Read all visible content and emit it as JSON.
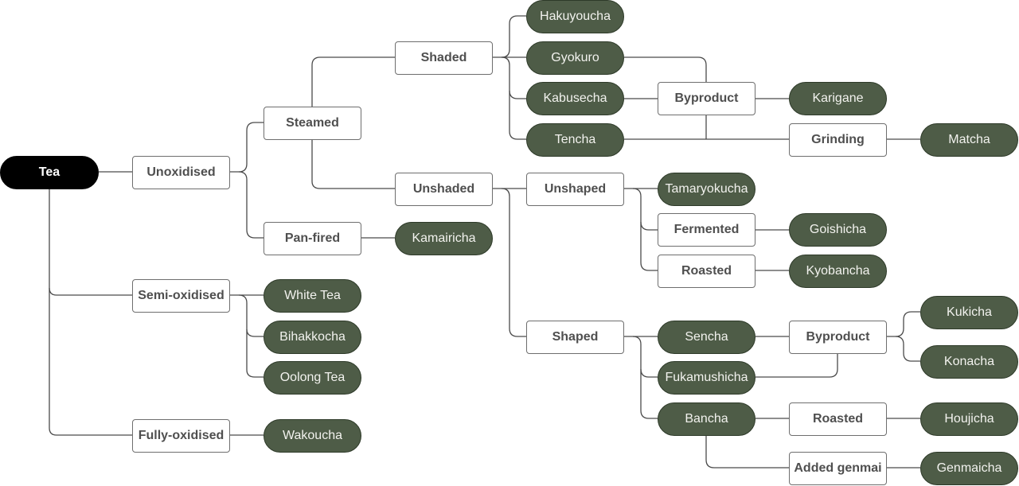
{
  "nodes": {
    "tea": "Tea",
    "unoxidised": "Unoxidised",
    "semi_oxidised": "Semi-oxidised",
    "fully_oxidised": "Fully-oxidised",
    "steamed": "Steamed",
    "pan_fired": "Pan-fired",
    "kamairicha": "Kamairicha",
    "white_tea": "White Tea",
    "bihakkocha": "Bihakkocha",
    "oolong_tea": "Oolong Tea",
    "wakoucha": "Wakoucha",
    "shaded": "Shaded",
    "unshaded": "Unshaded",
    "hakuyoucha": "Hakuyoucha",
    "gyokuro": "Gyokuro",
    "kabusecha": "Kabusecha",
    "tencha": "Tencha",
    "byproduct_shaded": "Byproduct",
    "karigane": "Karigane",
    "grinding": "Grinding",
    "matcha": "Matcha",
    "unshaped": "Unshaped",
    "tamaryokucha": "Tamaryokucha",
    "fermented": "Fermented",
    "goishicha": "Goishicha",
    "roasted_unshaped": "Roasted",
    "kyobancha": "Kyobancha",
    "shaped": "Shaped",
    "sencha": "Sencha",
    "fukamushicha": "Fukamushicha",
    "bancha": "Bancha",
    "byproduct_sencha": "Byproduct",
    "kukicha": "Kukicha",
    "konacha": "Konacha",
    "roasted_bancha": "Roasted",
    "houjicha": "Houjicha",
    "added_genmai": "Added genmai",
    "genmaicha": "Genmaicha"
  },
  "colors": {
    "product_fill": "#4e5c47",
    "process_fill": "#ffffff",
    "root_fill": "#000000",
    "connector": "#4a4a4a"
  }
}
